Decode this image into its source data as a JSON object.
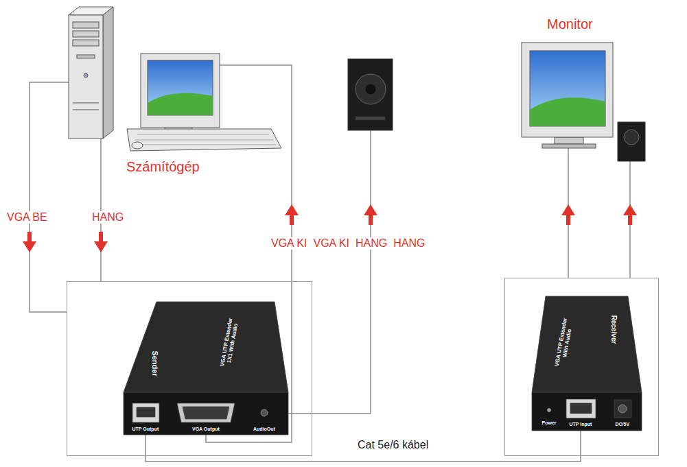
{
  "diagram": {
    "nodes": [
      {
        "text": [
          "Sender",
          "VGA UTP Extender 1X1 With Audio",
          "UTP Output",
          "VGA Output",
          "AudioOut"
        ]
      },
      {
        "text": [
          "Receiver",
          "VGA UTP Extender With Audio",
          "Power",
          "UTP Input",
          "DC/5V"
        ]
      }
    ],
    "edges": [
      {
        "from": 0,
        "to": 1,
        "arrow": "none",
        "label": "Cat 5e/6 kábel"
      }
    ],
    "labels": [
      "Számítógép",
      "Monitor",
      "VGA BE",
      "HANG",
      "VGA KI",
      "VGA KI",
      "HANG",
      "HANG"
    ]
  }
}
